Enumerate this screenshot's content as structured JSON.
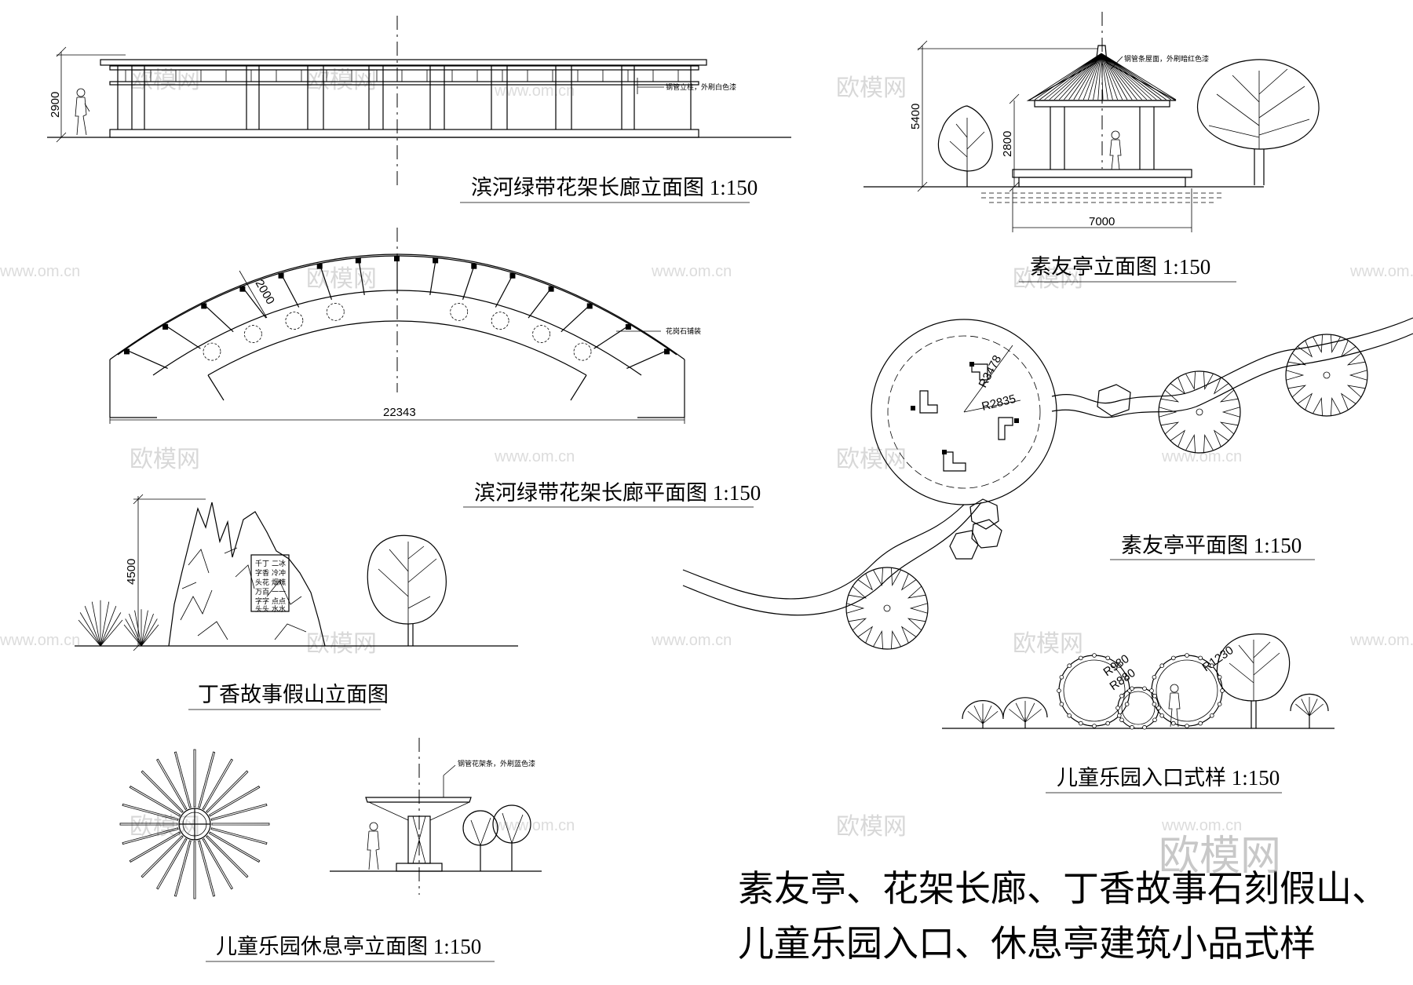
{
  "titles": {
    "corridor_elevation": "滨河绿带花架长廊立面图   1:150",
    "corridor_plan": "滨河绿带花架长廊平面图   1:150",
    "rockery_elevation": "丁香故事假山立面图",
    "rest_pavilion_elevation": "儿童乐园休息亭立面图   1:150",
    "suyou_elevation": "素友亭立面图   1:150",
    "suyou_plan": "素友亭平面图   1:150",
    "kids_entrance": "儿童乐园入口式样   1:150"
  },
  "headline": {
    "line1": "素友亭、花架长廊、丁香故事石刻假山、",
    "line2": "儿童乐园入口、休息亭建筑小品式样"
  },
  "dimensions": {
    "corridor_height": "2900",
    "corridor_width": "2000",
    "corridor_length": "22343",
    "rockery_height": "4500",
    "suyou_total_height": "5400",
    "suyou_eave_height": "2800",
    "suyou_width": "7000",
    "suyou_r_outer": "R3478",
    "suyou_r_inner": "R2835",
    "ring_r1": "R980",
    "ring_r2": "R880",
    "ring_r3": "R1230"
  },
  "notes": {
    "corridor_column": "钢管立柱，外刷白色漆",
    "corridor_paving": "花岗石铺装",
    "suyou_roof": "钢管条屋面，外刷暗红色漆",
    "rest_pavilion": "钢管花架条，外刷蓝色漆"
  },
  "rock_inscription": [
    "千丁",
    "字香",
    "头花",
    "万百",
    "字字",
    "头头",
    "二冰",
    "冷冲",
    "烟瞧",
    "一一",
    "点点",
    "水水"
  ],
  "watermark": {
    "brand": "欧模网",
    "url": "www.om.cn"
  }
}
